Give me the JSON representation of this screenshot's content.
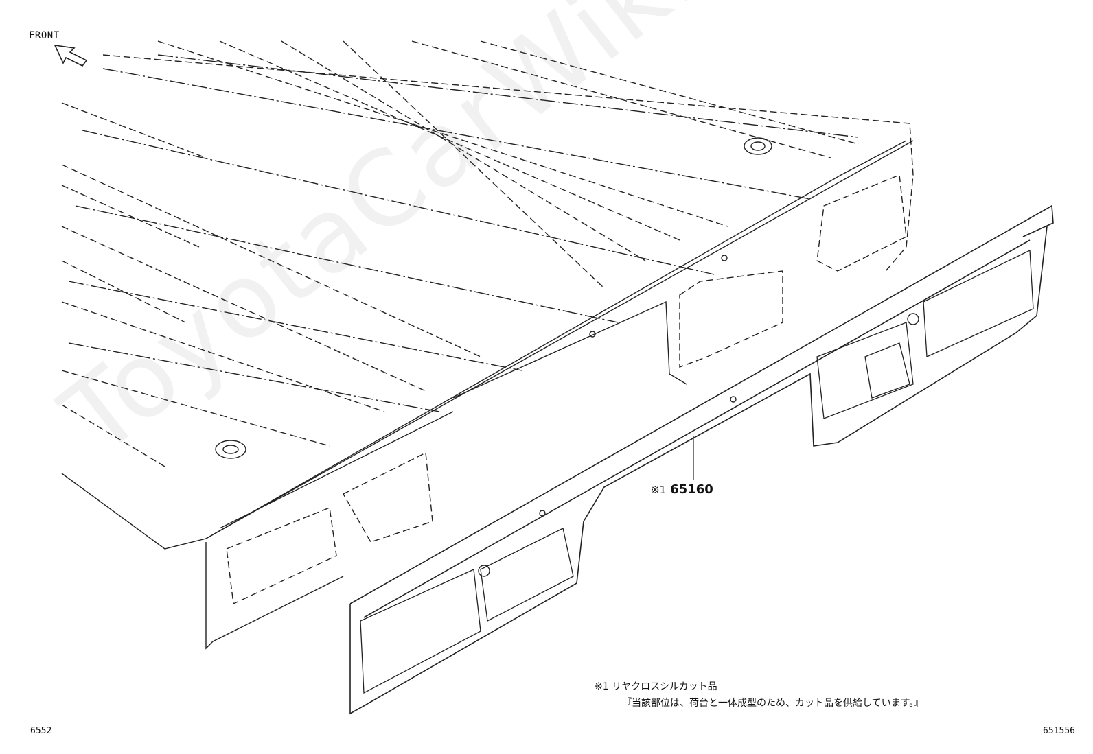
{
  "front_label": "FRONT",
  "callout": {
    "mark": "※1",
    "part_number": "65160"
  },
  "footnote": {
    "line1": "※1 リヤクロスシルカット品",
    "line2": "『当該部位は、荷台と一体成型のため、カット品を供給しています。』"
  },
  "page_code_left": "6552",
  "page_code_right": "651556",
  "watermark": "ToyotaCarWiki.ru"
}
